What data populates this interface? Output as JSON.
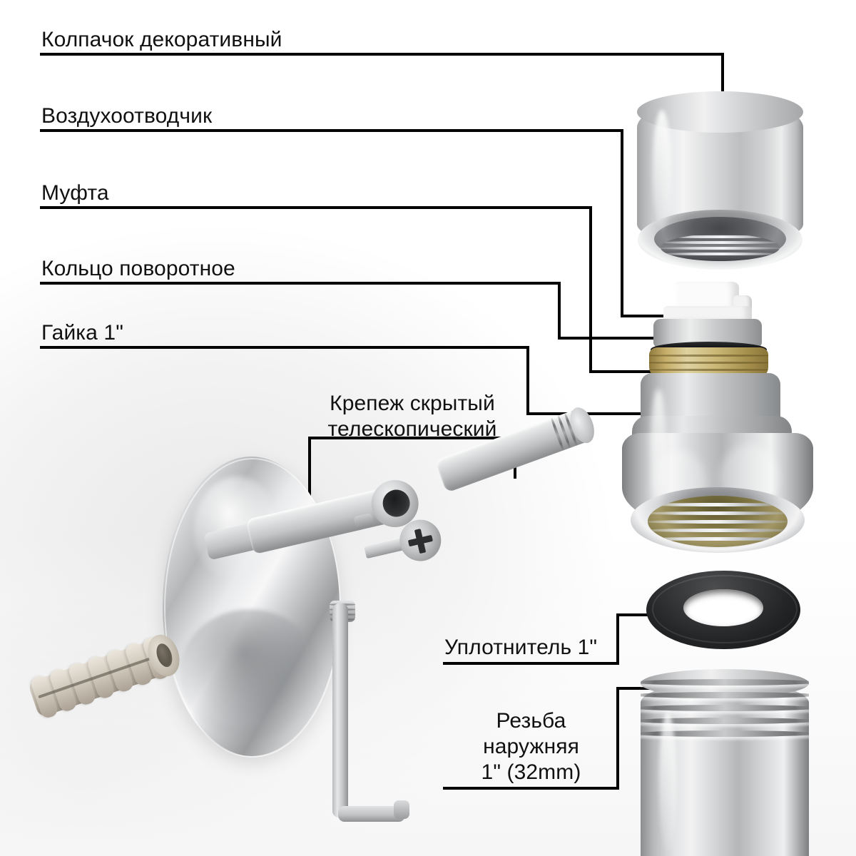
{
  "diagram": {
    "title": "Exploded assembly diagram",
    "background_color": "#ffffff",
    "leader_color": "#000000",
    "text_color": "#111111"
  },
  "labels": {
    "cap": "Колпачок декоративный",
    "air_vent": "Воздухоотводчик",
    "coupling": "Муфта",
    "swivel_ring": "Кольцо поворотное",
    "nut": "Гайка 1\"",
    "hidden_mount": "Крепеж скрытый\nтелескопический",
    "gasket": "Уплотнитель 1\"",
    "thread": "Резьба\nнаружняя\n1\" (32mm)"
  },
  "parts": {
    "cap": {
      "name": "decorative-cap",
      "material": "chrome",
      "color": "#c9cbcc"
    },
    "air_vent": {
      "name": "air-vent",
      "material": "white-plastic",
      "color": "#fbfbfb"
    },
    "oring": {
      "name": "o-ring",
      "material": "rubber",
      "color": "#1a1b1c"
    },
    "swivel_ring": {
      "name": "swivel-ring",
      "material": "brass",
      "color": "#cbb877"
    },
    "coupling": {
      "name": "coupling",
      "material": "chrome",
      "color": "#c0c2c3"
    },
    "nut": {
      "name": "hex-nut-1in",
      "material": "chrome",
      "color": "#cbcdce"
    },
    "gasket": {
      "name": "gasket-1in",
      "material": "rubber",
      "color": "#232426"
    },
    "pipe": {
      "name": "threaded-pipe",
      "material": "chrome",
      "color": "#cfd1d2"
    },
    "flange": {
      "name": "wall-flange-disc",
      "material": "chrome",
      "color": "#c2c4c6"
    },
    "sleeve": {
      "name": "telescopic-sleeve",
      "material": "steel",
      "color": "#c3c5c6"
    },
    "screw": {
      "name": "phillips-screw",
      "material": "steel",
      "color": "#c3c5c7"
    },
    "rod": {
      "name": "threaded-rod",
      "material": "steel",
      "color": "#bdbfc0"
    },
    "dowel": {
      "name": "wall-anchor-dowel",
      "material": "nylon",
      "color": "#cfc7ba"
    },
    "allen_key": {
      "name": "hex-allen-key",
      "material": "steel",
      "color": "#c8cacb"
    },
    "grub_screw": {
      "name": "grub-screw",
      "material": "steel",
      "color": "#b6b8ba"
    }
  }
}
